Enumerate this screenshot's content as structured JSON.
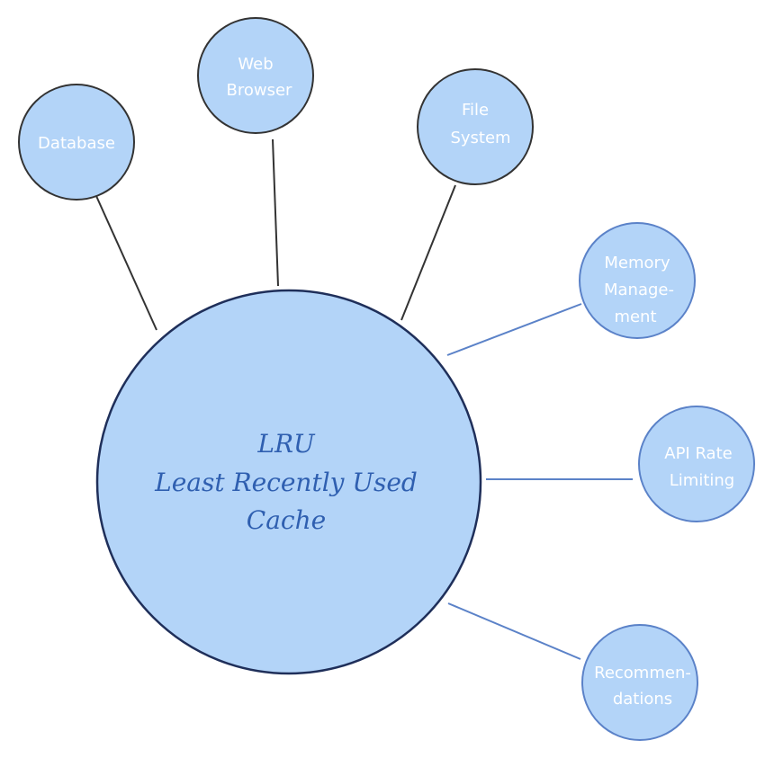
{
  "diagram": {
    "center": {
      "lines": [
        "LRU",
        "Least Recently Used",
        "Cache"
      ]
    },
    "nodes": [
      {
        "id": "database",
        "lines": [
          "Database"
        ]
      },
      {
        "id": "web-browser",
        "lines": [
          "Web",
          "Browser"
        ]
      },
      {
        "id": "file-system",
        "lines": [
          "File",
          "System"
        ]
      },
      {
        "id": "memory-management",
        "lines": [
          "Memory",
          "Manage-",
          "ment"
        ]
      },
      {
        "id": "api-rate-limiting",
        "lines": [
          "API Rate",
          "Limiting"
        ]
      },
      {
        "id": "recommendations",
        "lines": [
          "Recommen-",
          "dations"
        ]
      }
    ],
    "colors": {
      "circle_fill": "#b3d4f8",
      "dark_stroke": "#333333",
      "blue_stroke": "#5b82c8",
      "center_text": "#2f5fb0",
      "node_text": "#ffffff"
    }
  }
}
